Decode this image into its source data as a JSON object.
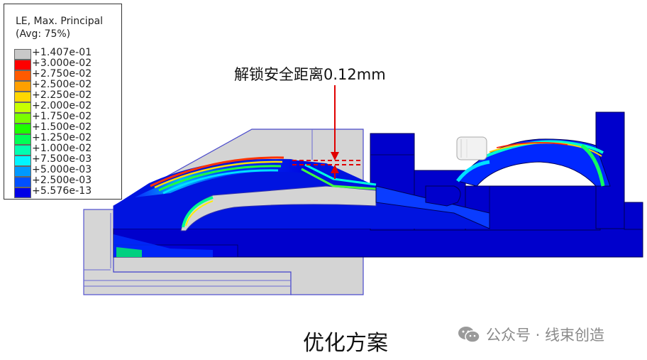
{
  "legend": {
    "title_line1": "LE, Max. Principal",
    "title_line2": "(Avg: 75%)",
    "entries": [
      {
        "label": "+1.407e-01",
        "color": "#c8c8c8"
      },
      {
        "label": "+3.000e-02",
        "color": "#ff0000"
      },
      {
        "label": "+2.750e-02",
        "color": "#ff5a00"
      },
      {
        "label": "+2.500e-02",
        "color": "#ffa000"
      },
      {
        "label": "+2.250e-02",
        "color": "#ffd700"
      },
      {
        "label": "+2.000e-02",
        "color": "#c8ff00"
      },
      {
        "label": "+1.750e-02",
        "color": "#7aff00"
      },
      {
        "label": "+1.500e-02",
        "color": "#1eff00"
      },
      {
        "label": "+1.250e-02",
        "color": "#00ff55"
      },
      {
        "label": "+1.000e-02",
        "color": "#00ffb0"
      },
      {
        "label": "+7.500e-03",
        "color": "#00f5ff"
      },
      {
        "label": "+5.000e-03",
        "color": "#0099ff"
      },
      {
        "label": "+2.500e-03",
        "color": "#0050ff"
      },
      {
        "label": "+5.576e-13",
        "color": "#0000e6"
      }
    ]
  },
  "annotation": {
    "text": "解锁安全距离0.12mm",
    "marker_color": "#e00000"
  },
  "caption": "优化方案",
  "watermark": {
    "text": "公众号 · 线束创造",
    "icon": "wechat-icon"
  },
  "colors": {
    "model_blue": "#0000cc",
    "gray_part": "#d4d4d4",
    "outline": "#3838d0"
  }
}
